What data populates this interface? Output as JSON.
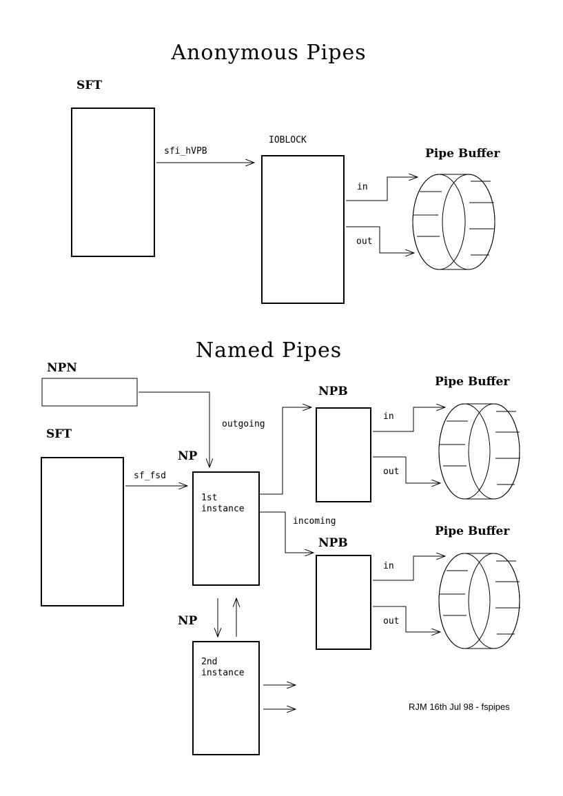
{
  "anonymous": {
    "title": "Anonymous Pipes",
    "sft_label": "SFT",
    "ioblock_label": "IOBLOCK",
    "pointer_label": "sfi_hVPB",
    "pipe_buffer_label": "Pipe Buffer",
    "in_label": "in",
    "out_label": "out"
  },
  "named": {
    "title": "Named Pipes",
    "npn_label": "NPN",
    "sft_label": "SFT",
    "pointer_label": "sf_fsd",
    "np_label": "NP",
    "np2_label": "NP",
    "first_instance": [
      "1st",
      "instance"
    ],
    "second_instance": [
      "2nd",
      "instance"
    ],
    "outgoing_label": "outgoing",
    "incoming_label": "incoming",
    "npb_top_label": "NPB",
    "npb_bottom_label": "NPB",
    "pipe_buffer_top_label": "Pipe Buffer",
    "pipe_buffer_bottom_label": "Pipe Buffer",
    "in_top_label": "in",
    "out_top_label": "out",
    "in_bottom_label": "in",
    "out_bottom_label": "out"
  },
  "credit": "RJM 16th Jul 98 - fspipes"
}
